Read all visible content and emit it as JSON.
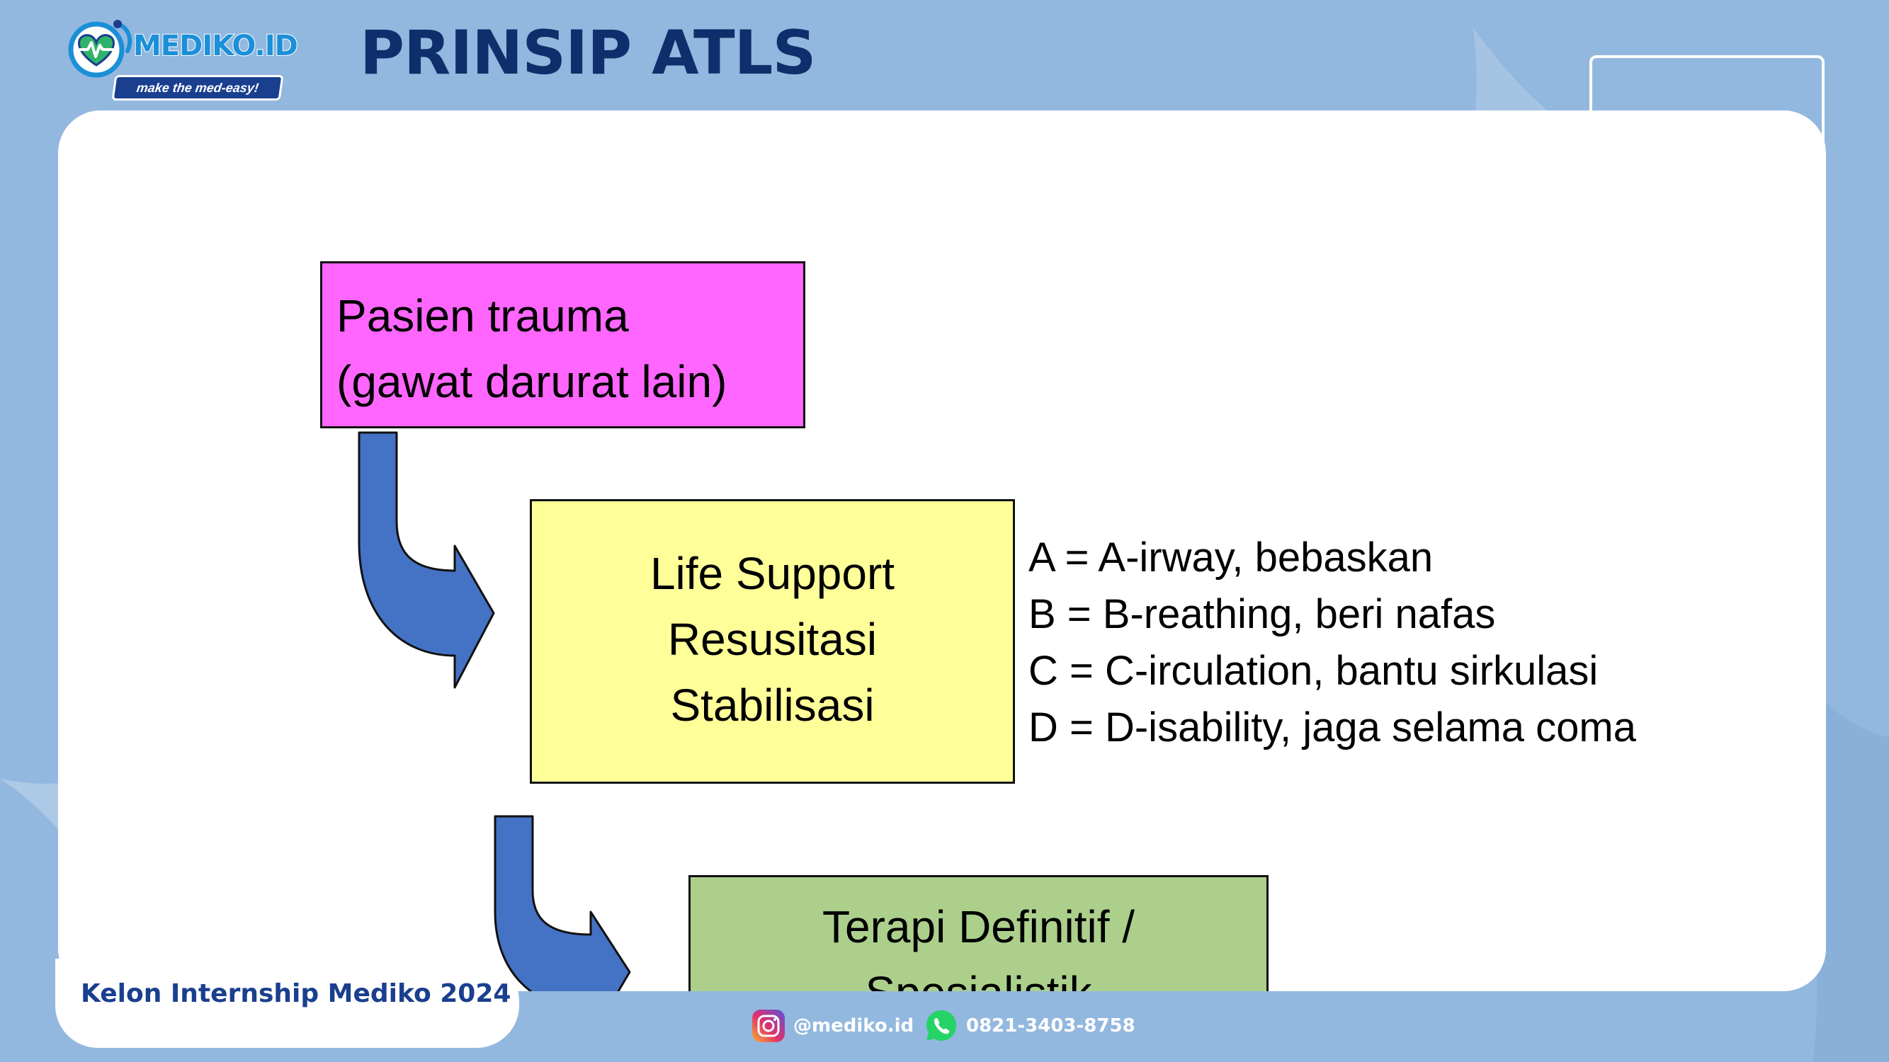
{
  "header": {
    "logo_name": "MEDIKO.ID",
    "logo_tagline": "make the med-easy!",
    "title": "PRINSIP ATLS"
  },
  "flow": {
    "box1": {
      "line1": "Pasien trauma",
      "line2": "(gawat darurat lain)"
    },
    "box2": {
      "line1": "Life Support",
      "line2": "Resusitasi",
      "line3": "Stabilisasi"
    },
    "box3": {
      "line1": "Terapi Definitif /",
      "line2": "Spesialistik"
    }
  },
  "abcd": [
    "A = A-irway, bebaskan",
    "B = B-reathing, beri nafas",
    "C = C-irculation, bantu sirkulasi",
    "D = D-isability, jaga selama coma"
  ],
  "footer": {
    "label": "Kelon Internship Mediko 2024",
    "instagram": "@mediko.id",
    "whatsapp": "0821-3403-8758"
  },
  "colors": {
    "background": "#93b8df",
    "title": "#0e2f6b",
    "box1": "#ff66ff",
    "box2": "#ffff99",
    "box3": "#acd08c",
    "arrow": "#4472c4"
  },
  "icons": {
    "logo": "stethoscope-heart-logo-icon",
    "arrow": "curved-down-right-arrow-icon",
    "instagram": "instagram-icon",
    "whatsapp": "whatsapp-icon"
  }
}
